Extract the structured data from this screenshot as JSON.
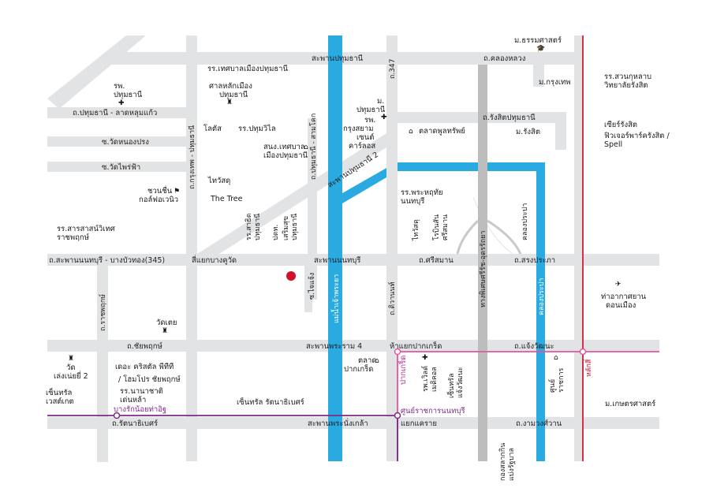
{
  "colors": {
    "road": "#e2e3e5",
    "river": "#29abe2",
    "expressway": "#bdbdbd",
    "pink_line": "#e2569e",
    "purple_line": "#7d2a8a",
    "red_line": "#d71a2e",
    "marker": "#d0112b"
  },
  "roads": {
    "top": "สะพานปทุมธานี",
    "khlong_luang": "ถ.คลองหลวง",
    "r347": "ถ.347",
    "pathum_lat": "ถ.ปทุมธานี - ลาดหลุมแก้ว",
    "rangsit_pathum": "ถ.รังสิตปทุมธานี",
    "wat_nong": "ซ.วัดหนองปรง",
    "wat_phai": "ซ.วัดไพร่ฟ้า",
    "kr_pathum": "ถ.กรุงเทพ - ปทุมธานี",
    "pathum_sam": "ถ.ปทุมธานี - สามโคก",
    "bridge2": "สะพานปทุมธานี 2",
    "nonthaburi345": "ถ.สะพานนนทบุรี - บางบัวทอง(345)",
    "sak_junction": "สี่แยกบางคูวัด",
    "bridge_nonthaburi": "สะพานนนทบุรี",
    "sriman": "ถ.ศรีสมาน",
    "sorachaprapha": "ถ.สรงประภา",
    "soi_jaew": "ซ.ไจแจ้ง",
    "tiwanon": "ถ.ติวานนท์",
    "expressway": "ทางพิเศษศรีรัช-อุดรรัถยา",
    "klong_prapa": "คลองประปา",
    "river": "แม่น้ำเจ้าพระยา",
    "ratchaphruek": "ถ.ราชพฤกษ์",
    "chaiyaphruek": "ถ.ชัยพฤกษ์",
    "bridge_rama4": "สะพานพระราม 4",
    "pak_kret_junction": "ห้าแยกปากเกร็ด",
    "chaeng_wattana": "ถ.แจ้งวัฒนะ",
    "rattanathibet": "ถ.รัตนาธิเบศร์",
    "bridge_nangklao": "สะพานพระนั่งเกล้า",
    "yaek_khae_rai": "แยกแคราย",
    "ngamwongwan": "ถ.งามวงศ์วาน"
  },
  "transit": {
    "pak_kret": "ปากเกร็ด",
    "govt_center": "ศูนย์ราชการนนทบุรี",
    "bang_rak_noi": "บางรักน้อยท่าอิฐ",
    "lak_si": "หลักสี่"
  },
  "places": {
    "dharmasat": "ม.ธรรมศาสตร์",
    "thesaban_school": "รร.เทศบาลเมืองปทุมธานี",
    "pathum_hospital": [
      "รพ.",
      "ปทุมธานี"
    ],
    "shrine": [
      "ศาลหลักเมือง",
      "ปทุมธานี"
    ],
    "university_pathum": [
      "ม.",
      "ปทุมธานี"
    ],
    "kt_hospital": [
      "รพ.",
      "กรุงสยาม",
      "เซนต์",
      "คาร์ลอส"
    ],
    "suan_kularb": [
      "รร.สวนกุหลาบ",
      "วิทยาลัยรังสิต"
    ],
    "krungthep_uni": "ม.กรุงเทพ",
    "rangsit_uni": "ม.รังสิต",
    "lotus": "โลตัส",
    "pathum_wilai": "รร.ปทุมวิไล",
    "market_pulsap": "ตลาดพูลทรัพย์",
    "city_office": [
      "สนง.เทศบาล",
      "เมืองปทุมธานี"
    ],
    "future_rangsit": "เซียร์รังสิต",
    "future_park": [
      "ฟิวเจอร์พาร์ครังสิต /",
      "Spell"
    ],
    "thai_watsadu": "ไทวัสดุ",
    "golf": [
      "ชวนชื่น",
      "กอล์ฟอเวนิว"
    ],
    "the_tree": "The Tree",
    "nonthaburi_school": [
      "รร.พระหฤทัย",
      "นนทบุรี"
    ],
    "sarasas": [
      "รร.สารสาสน์วิเทศ",
      "ราชพฤกษ์"
    ],
    "sarit_school": [
      "รร.สาธิต",
      "ปทุมธานี"
    ],
    "ptt": "ปตท.",
    "charoen_pathum": [
      "เสริมสุข",
      "ปทุมธานี"
    ],
    "thaiwatsadu2": "ไทวัสดุ",
    "robinson": [
      "โรบินสัน",
      "ศรีสมาน"
    ],
    "airport": [
      "ท่าอากาศยาน",
      "ดอนเมือง"
    ],
    "wat_ted": "วัดเตย",
    "wat_lengnoei": [
      "วัด",
      "เล่งเน่ยยี่ 2"
    ],
    "the_crystal": "เดอะ คริสตัล พีทีที",
    "homepro": "/ โฮมโปร ชัยพฤกษ์",
    "nanachat": [
      "รร.นานาชาติ",
      "เด่นหล้า"
    ],
    "central_west": [
      "เซ็นทรัล",
      "เวสต์เกต"
    ],
    "pak_kret_market": [
      "ตลาด",
      "ปากเกร็ด"
    ],
    "world_hospital": [
      "รพ.เวิลด์",
      "เมดิคอล"
    ],
    "central_chaeng": [
      "เซ็นทรัล",
      "แจ้งวัฒนะ"
    ],
    "kasetsart": "ม.เกษตรศาสตร์",
    "central_rattana": "เซ็นทรัล รัตนาธิเบศร์",
    "government_hall": [
      "ศูนย์",
      "ราชการ"
    ],
    "land_office": [
      "กองสลากกิน",
      "แบ่งรัฐบาล"
    ]
  }
}
